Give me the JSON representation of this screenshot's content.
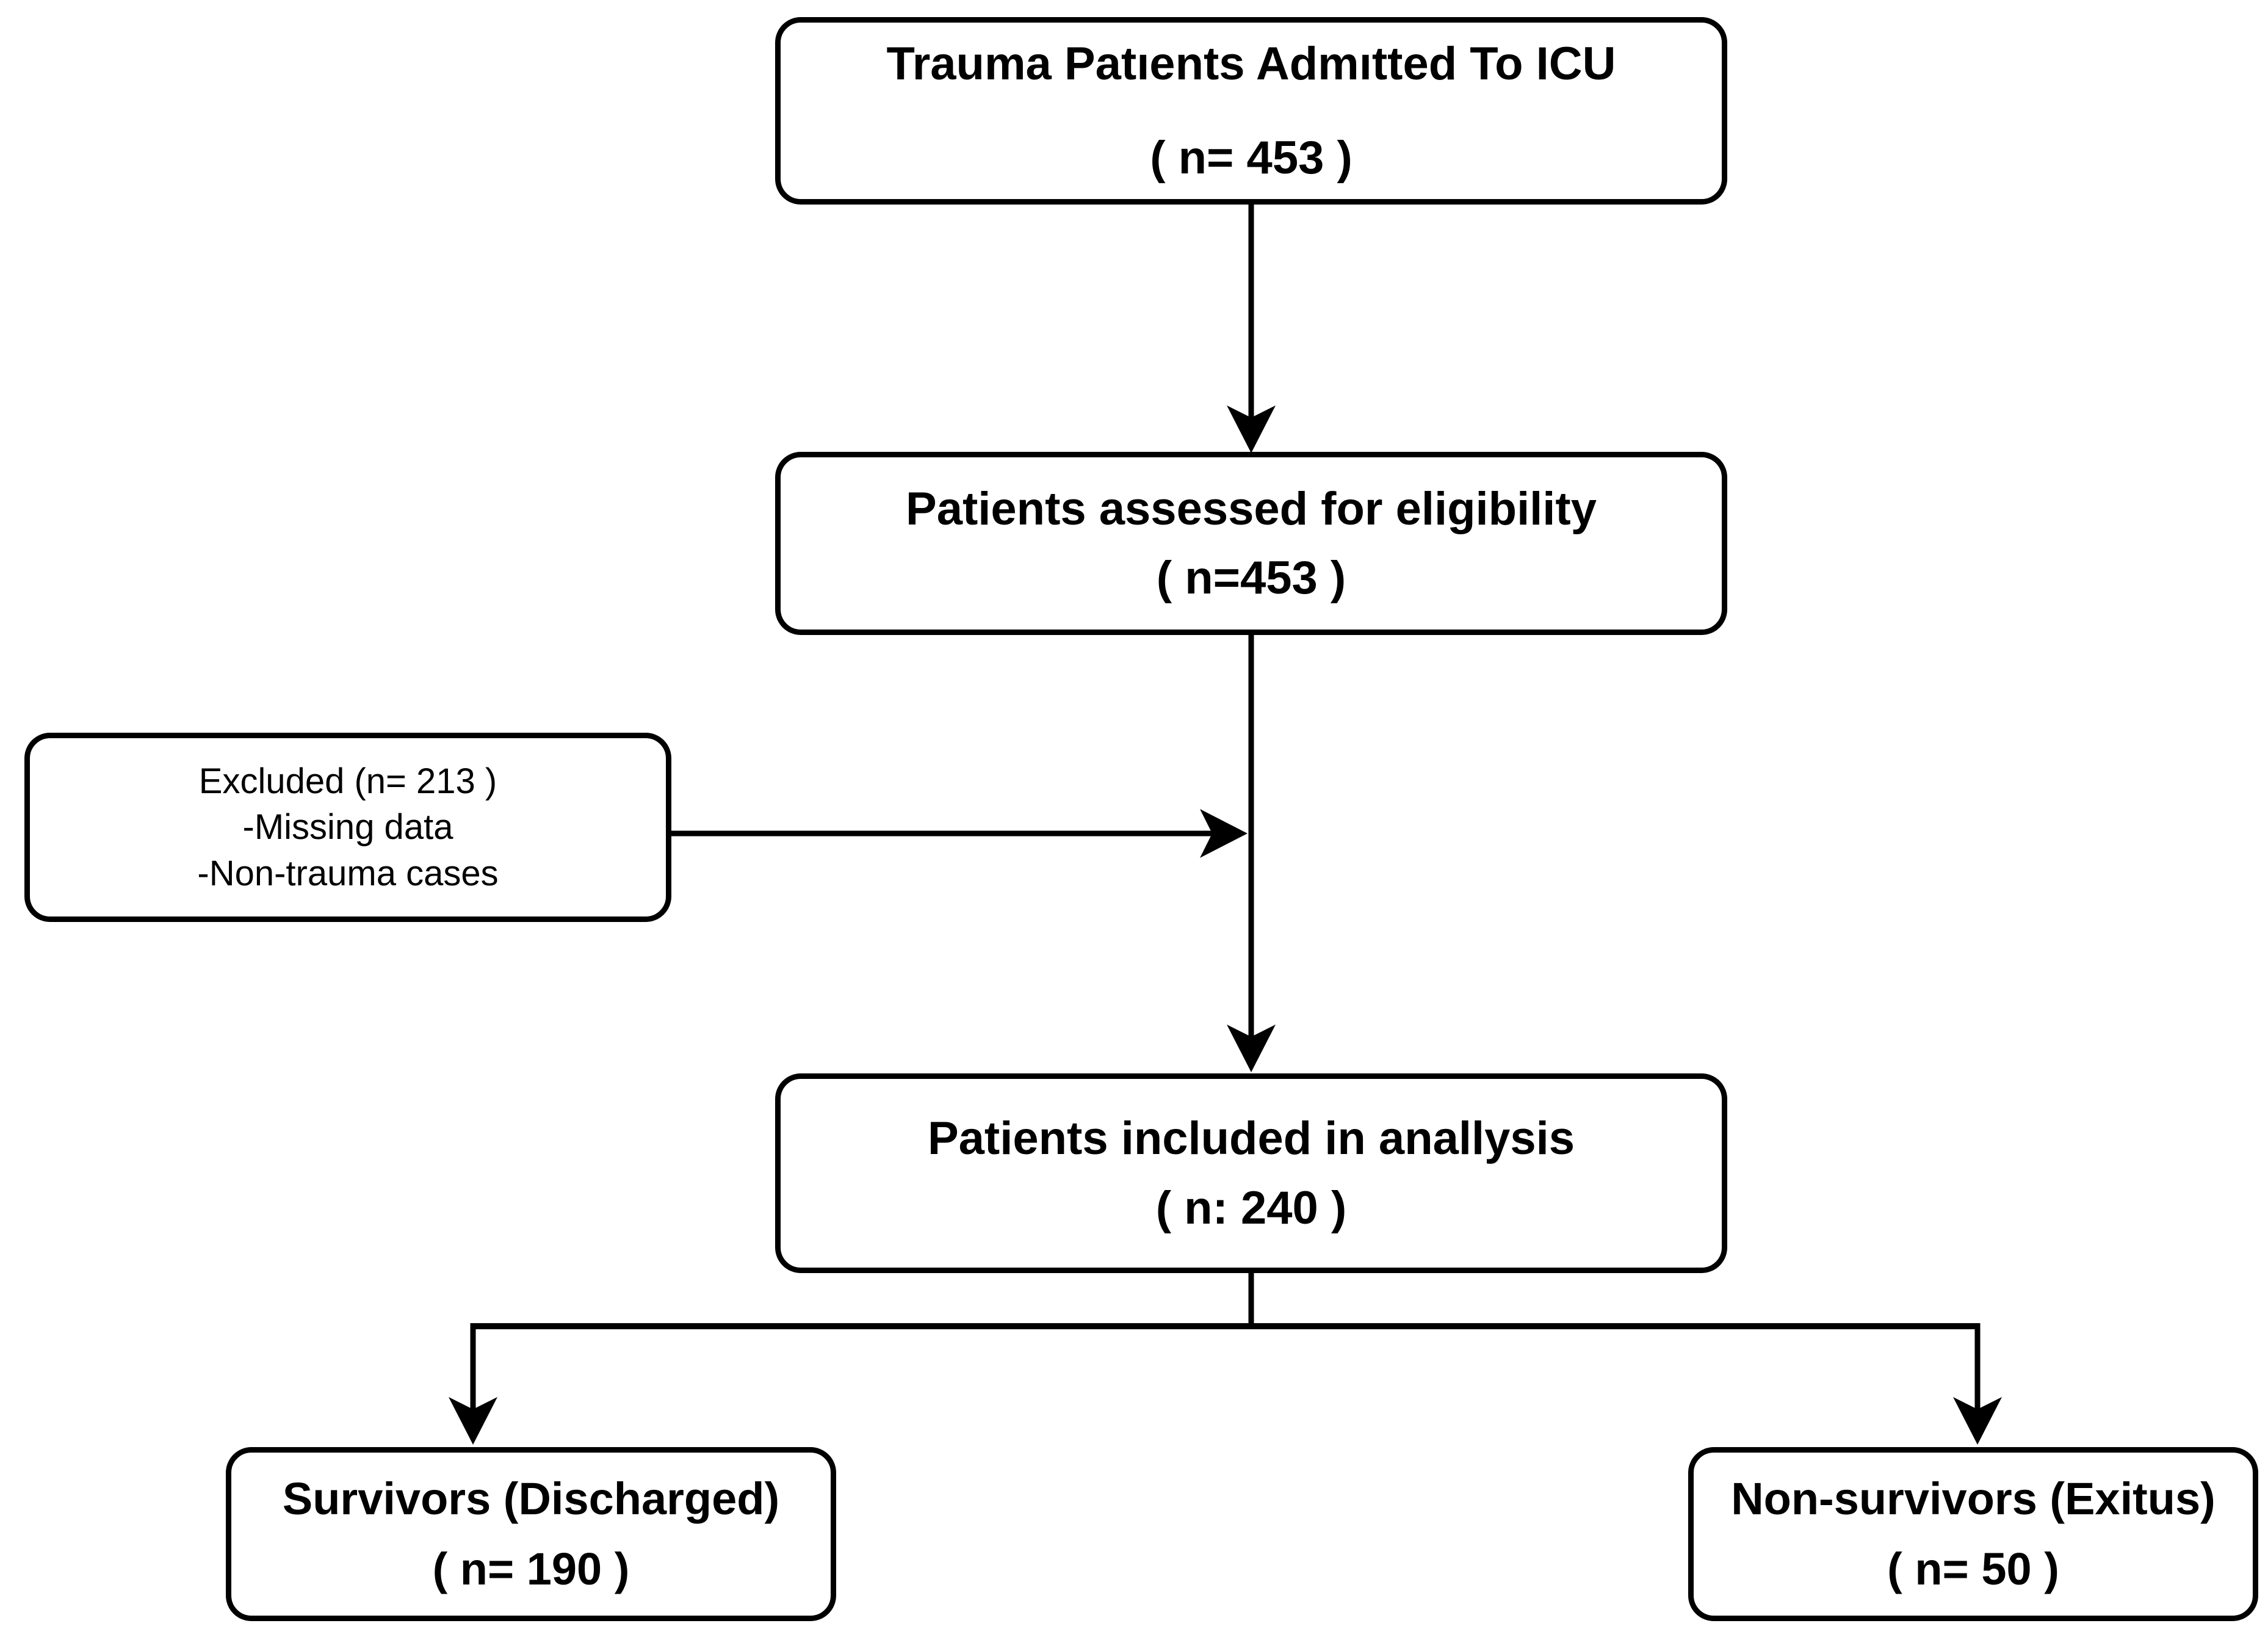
{
  "colors": {
    "background": "#ffffff",
    "line": "#000000",
    "text": "#000000",
    "box_fill": "#ffffff"
  },
  "flowchart": {
    "admitted": {
      "title": "Trauma Patıents Admıtted To ICU",
      "count": "( n= 453 )"
    },
    "assessed": {
      "title": "Patients assessed for eligibility",
      "count": "( n=453 )"
    },
    "excluded": {
      "title": "Excluded (n= 213 )",
      "items": [
        "-Missing data",
        "-Non-trauma cases"
      ]
    },
    "included": {
      "title": "Patients included in anallysis",
      "count": "( n: 240 )"
    },
    "survivors": {
      "title": "Survivors (Discharged)",
      "count": "( n= 190 )"
    },
    "non_survivors": {
      "title": "Non-survivors (Exitus)",
      "count": "( n= 50 )"
    }
  }
}
